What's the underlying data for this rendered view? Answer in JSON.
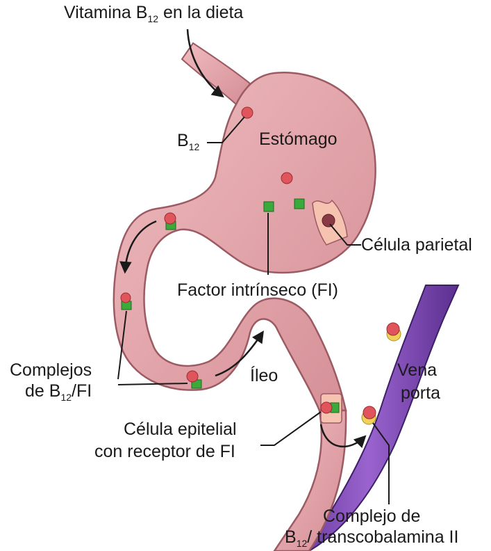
{
  "labels": {
    "diet_title": "Vitamina B",
    "diet_sub": "12",
    "diet_rest": " en la dieta",
    "b12": "B",
    "b12_sub": "12",
    "stomach": "Estómago",
    "parietal_cell": "Célula parietal",
    "intrinsic_factor": "Factor intrínseco (FI)",
    "complexes_line1": "Complejos",
    "complexes_line2_pre": "de B",
    "complexes_line2_sub": "12",
    "complexes_line2_post": "/FI",
    "ileum": "Íleo",
    "portal_vein_line1": "Vena",
    "portal_vein_line2": "porta",
    "epithelial_line1": "Célula epitelial",
    "epithelial_line2": "con receptor de FI",
    "tc_line1": "Complejo de",
    "tc_line2_pre": "B",
    "tc_line2_sub": "12",
    "tc_line2_post": "/ transcobalamina II"
  },
  "colors": {
    "stomach_fill": "#e4a9ad",
    "stomach_edge": "#9c5a63",
    "stomach_shade": "#c97f88",
    "b12_red": "#e0555b",
    "if_green": "#3aaa3a",
    "vein_purple": "#7b4ab0",
    "vein_edge": "#3d1f66",
    "transcobalamin_yellow": "#f2d15a",
    "parietal_cell": "#f6c3b0",
    "line": "#1a1a1a"
  }
}
